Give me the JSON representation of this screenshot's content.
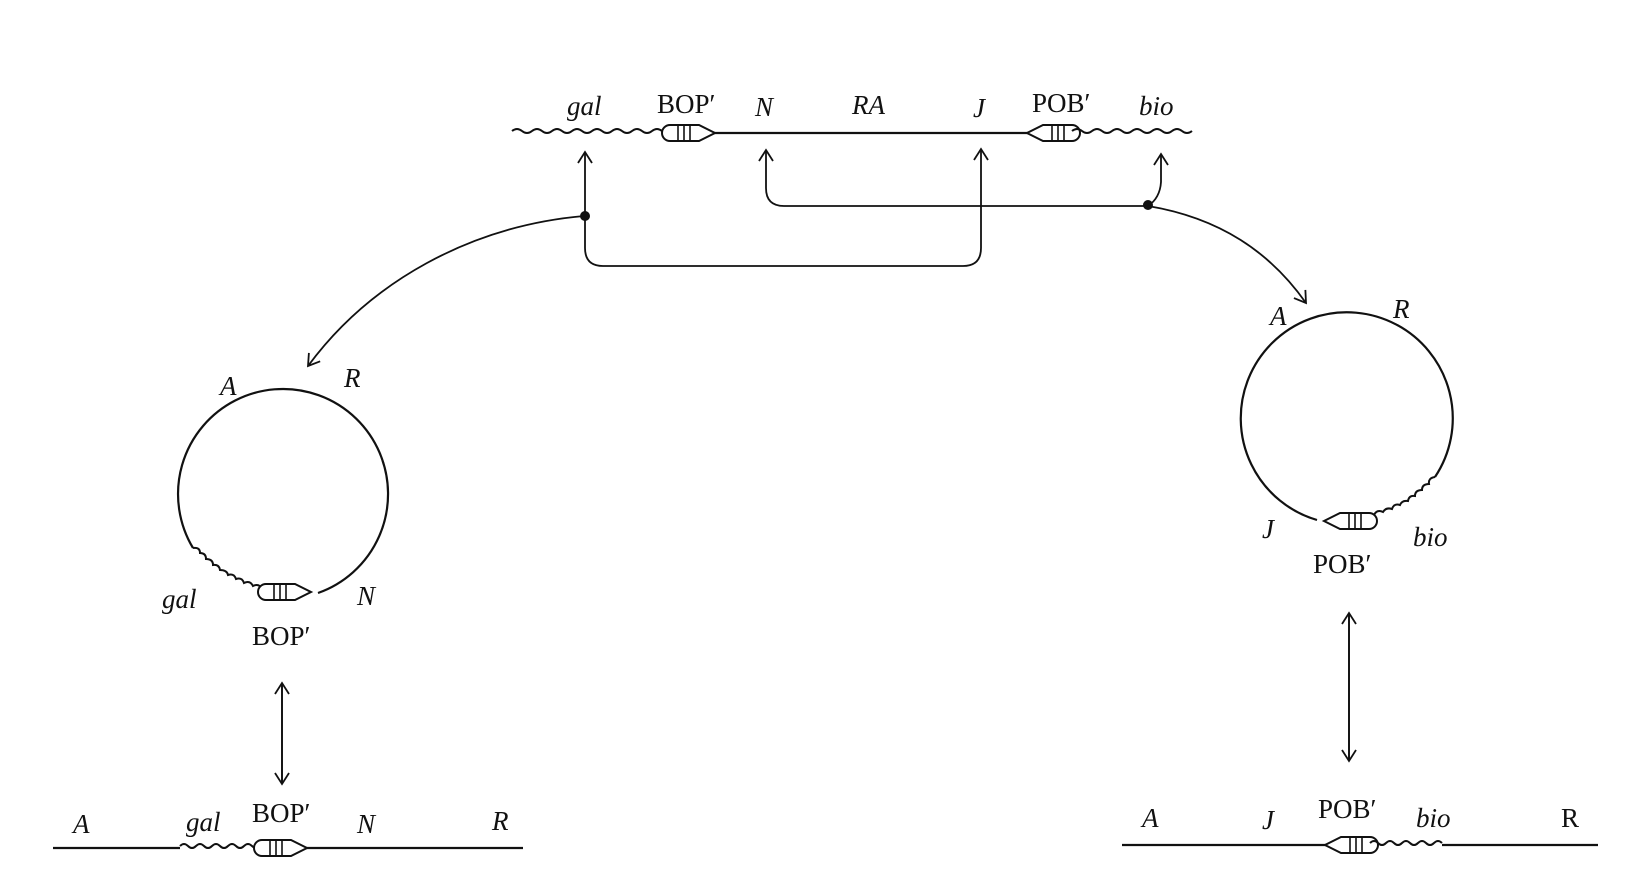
{
  "top_chromosome": {
    "labels": {
      "gal": "gal",
      "bop": "BOP′",
      "n": "N",
      "ra": "RA",
      "j": "J",
      "pob": "POB′",
      "bio": "bio"
    }
  },
  "left_circle": {
    "labels": {
      "a": "A",
      "r": "R",
      "gal": "gal",
      "n": "N",
      "bop": "BOP′"
    }
  },
  "right_circle": {
    "labels": {
      "a": "A",
      "r": "R",
      "j": "J",
      "bio": "bio",
      "pob": "POB′"
    }
  },
  "bottom_left_prophage": {
    "labels": {
      "a": "A",
      "gal": "gal",
      "bop": "BOP′",
      "n": "N",
      "r": "R"
    }
  },
  "bottom_right_prophage": {
    "labels": {
      "a": "A",
      "j": "J",
      "pob": "POB′",
      "bio": "bio",
      "r": "R"
    }
  },
  "colors": {
    "ink": "#111111",
    "background": "#ffffff"
  }
}
